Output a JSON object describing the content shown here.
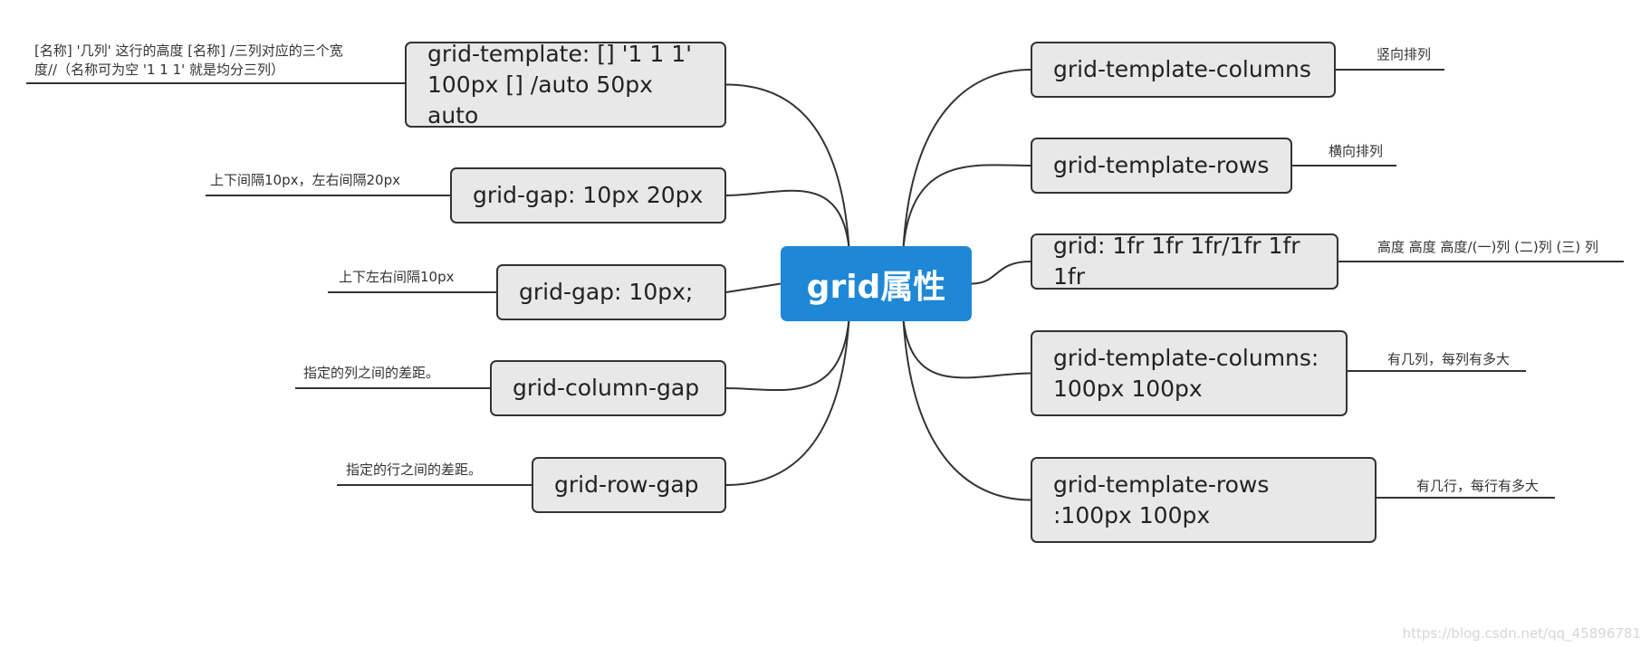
{
  "root": {
    "label": "grid属性",
    "color": "#1e88d6"
  },
  "left": [
    {
      "label": "grid-template: [] '1 1 1' 100px [] /auto 50px auto",
      "note": "[名称] '几列' 这行的高度 [名称] /三列对应的三个宽\n度//（名称可为空 '1 1 1' 就是均分三列）"
    },
    {
      "label": "grid-gap: 10px 20px",
      "note": "上下间隔10px，左右间隔20px"
    },
    {
      "label": "grid-gap: 10px;",
      "note": "上下左右间隔10px"
    },
    {
      "label": "grid-column-gap",
      "note": "指定的列之间的差距。"
    },
    {
      "label": "grid-row-gap",
      "note": "指定的行之间的差距。"
    }
  ],
  "right": [
    {
      "label": "grid-template-columns",
      "note": "竖向排列"
    },
    {
      "label": "grid-template-rows",
      "note": "横向排列"
    },
    {
      "label": "grid: 1fr 1fr 1fr/1fr 1fr 1fr",
      "note": "高度 高度 高度/(一)列 (二)列 (三) 列"
    },
    {
      "label": "grid-template-columns: 100px 100px",
      "note": "有几列，每列有多大"
    },
    {
      "label": "grid-template-rows :100px 100px",
      "note": "有几行，每行有多大"
    }
  ],
  "watermark": "https://blog.csdn.net/qq_45896781"
}
